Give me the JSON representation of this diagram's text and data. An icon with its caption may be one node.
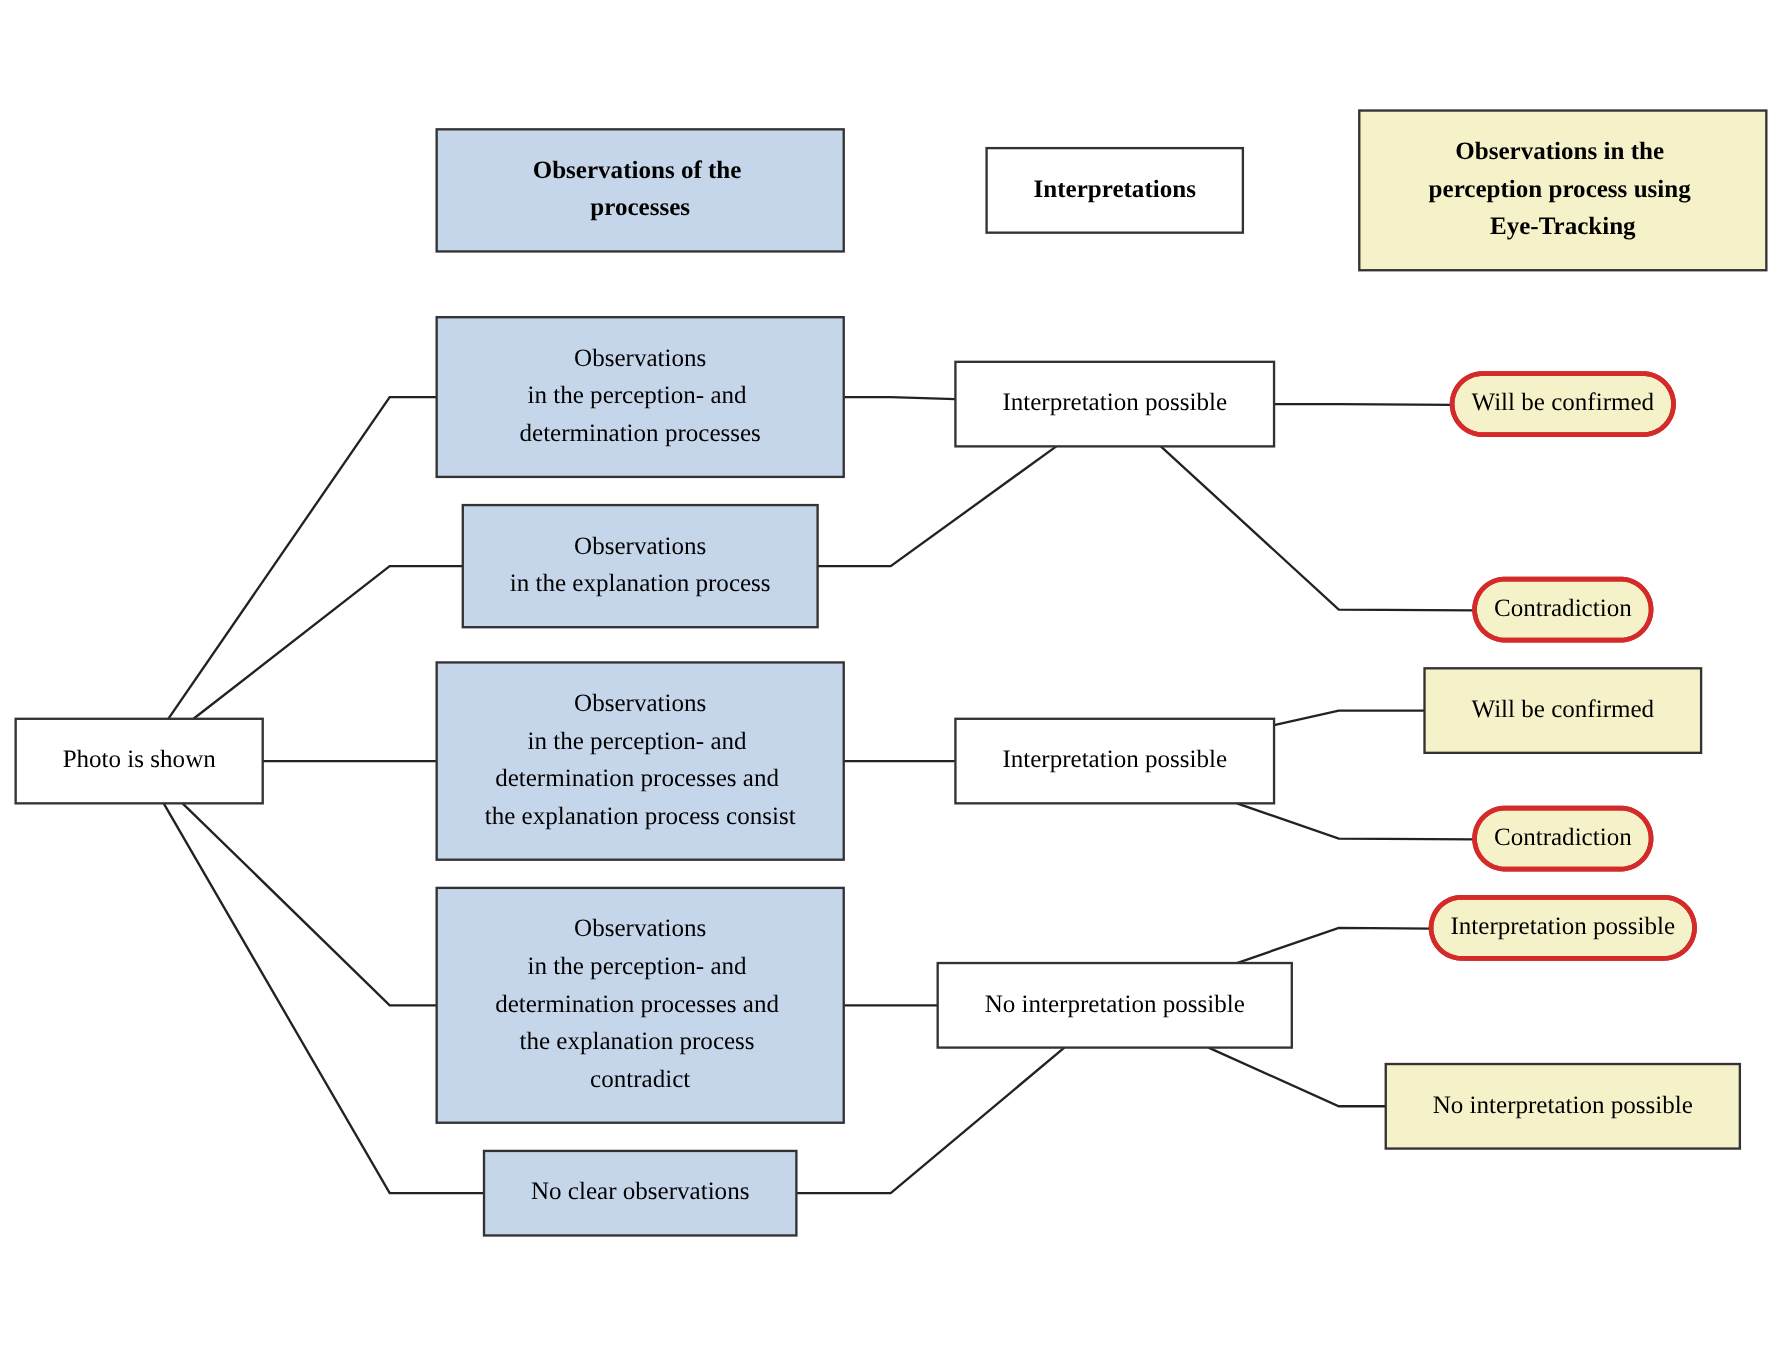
{
  "diagram": {
    "nodes": [
      {
        "text": [
          "Observations of the processes"
        ]
      },
      {
        "text": [
          "Interpretations"
        ]
      },
      {
        "text": [
          "Observations in the perception process using Eye-Tracking"
        ]
      },
      {
        "text": [
          "Photo is shown"
        ]
      },
      {
        "text": [
          "Observations",
          "in the perception- and determination processes"
        ]
      },
      {
        "text": [
          "Observations",
          "in the explanation process"
        ]
      },
      {
        "text": [
          "Observations",
          "in the perception- and determination processes and the explanation process consist"
        ]
      },
      {
        "text": [
          "Observations",
          "in the perception- and determination processes and the explanation process contradict"
        ]
      },
      {
        "text": [
          "No clear observations"
        ]
      },
      {
        "text": [
          "Interpretation possible"
        ]
      },
      {
        "text": [
          "Interpretation possible"
        ]
      },
      {
        "text": [
          "No interpretation possible"
        ]
      },
      {
        "text": [
          "Will be confirmed"
        ]
      },
      {
        "text": [
          "Contradiction"
        ]
      },
      {
        "text": [
          "Will be confirmed"
        ]
      },
      {
        "text": [
          "Contradiction"
        ]
      },
      {
        "text": [
          "Interpretation possible"
        ]
      },
      {
        "text": [
          "No interpretation possible"
        ]
      }
    ],
    "edges": [
      {
        "from": 3,
        "to": 4,
        "arrow": "none"
      },
      {
        "from": 3,
        "to": 5,
        "arrow": "none"
      },
      {
        "from": 3,
        "to": 6,
        "arrow": "none"
      },
      {
        "from": 3,
        "to": 7,
        "arrow": "none"
      },
      {
        "from": 3,
        "to": 8,
        "arrow": "none"
      },
      {
        "from": 4,
        "to": 9,
        "arrow": "none"
      },
      {
        "from": 5,
        "to": 9,
        "arrow": "none"
      },
      {
        "from": 6,
        "to": 10,
        "arrow": "none"
      },
      {
        "from": 7,
        "to": 11,
        "arrow": "none"
      },
      {
        "from": 8,
        "to": 11,
        "arrow": "none"
      },
      {
        "from": 9,
        "to": 12,
        "arrow": "none"
      },
      {
        "from": 9,
        "to": 13,
        "arrow": "none"
      },
      {
        "from": 10,
        "to": 14,
        "arrow": "none"
      },
      {
        "from": 10,
        "to": 15,
        "arrow": "none"
      },
      {
        "from": 11,
        "to": 16,
        "arrow": "none"
      },
      {
        "from": 11,
        "to": 17,
        "arrow": "none"
      }
    ]
  }
}
